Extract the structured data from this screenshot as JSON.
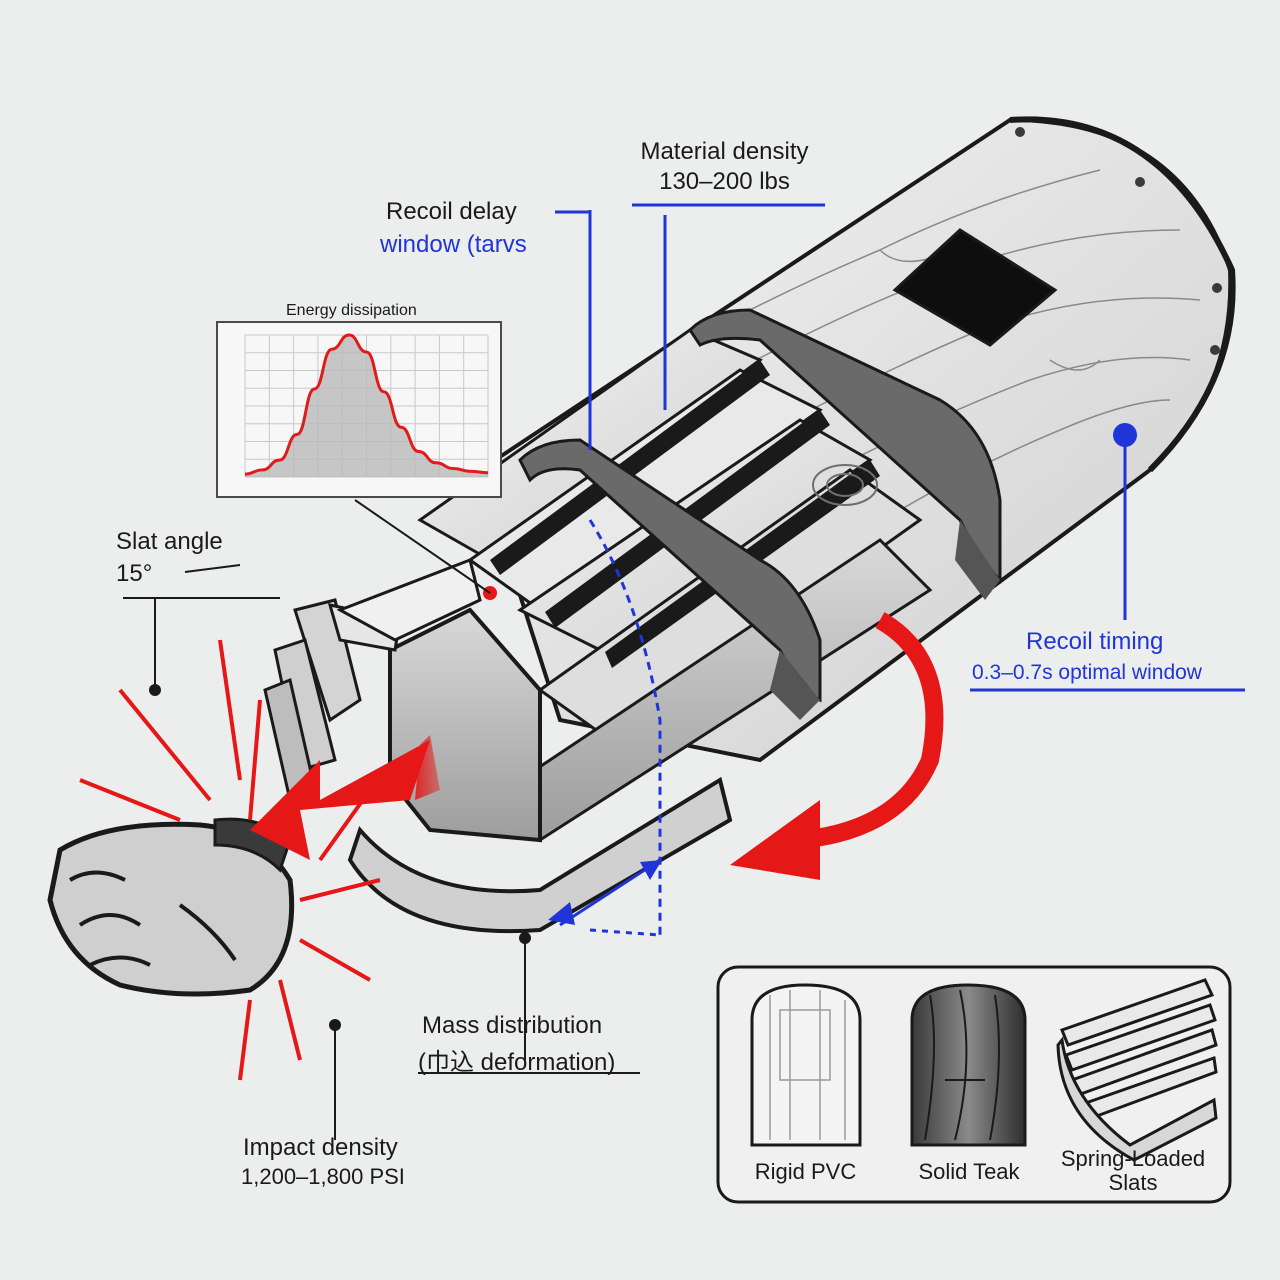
{
  "labels": {
    "material_density": {
      "title": "Material density",
      "value": "130–200 lbs"
    },
    "recoil_delay": {
      "title": "Recoil delay",
      "value": "window (tarvs"
    },
    "energy_dissipation": {
      "title": "Energy dissipation"
    },
    "slat_angle": {
      "title": "Slat angle",
      "value": "15°"
    },
    "recoil_timing": {
      "title": "Recoil timing",
      "value": "0.3–0.7s optimal window"
    },
    "mass_distribution": {
      "title": "Mass distribution",
      "value": "(巾込 deformation)"
    },
    "impact_density": {
      "title": "Impact density",
      "value": "1,200–1,800 PSI"
    }
  },
  "comparison": {
    "items": [
      {
        "label": "Rigid PVC"
      },
      {
        "label": "Solid Teak"
      },
      {
        "label": "Spring-Loaded Slats"
      }
    ]
  },
  "chart_data": {
    "type": "area",
    "title": "Energy dissipation",
    "series": [
      {
        "values": [
          0.02,
          0.05,
          0.12,
          0.3,
          0.62,
          0.9,
          1.0,
          0.88,
          0.6,
          0.35,
          0.18,
          0.1,
          0.06,
          0.04,
          0.03
        ]
      }
    ],
    "ylim": [
      0,
      1
    ],
    "grid": true,
    "colors": {
      "line": "#e01b1b",
      "fill": "#b9b9b9"
    }
  },
  "colors": {
    "accent_red": "#e61717",
    "accent_blue": "#1f35d8",
    "ink": "#1a1a1a"
  }
}
